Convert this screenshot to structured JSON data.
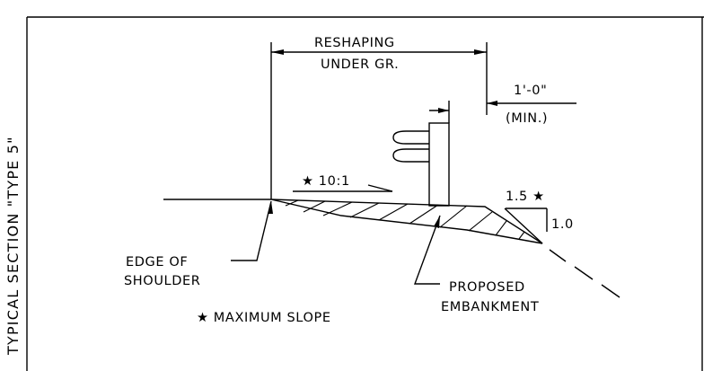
{
  "section_title": "TYPICAL SECTION \"TYPE 5\"",
  "labels": {
    "reshaping_line1": "RESHAPING",
    "reshaping_line2": "UNDER GR.",
    "offset_value": "1'-0\"",
    "offset_min": "(MIN.)",
    "slope_10_1": "★ 10:1",
    "slope_run": "1.5 ★",
    "slope_rise": "1.0",
    "edge_line1": "EDGE OF",
    "edge_line2": "SHOULDER",
    "proposed_line1": "PROPOSED",
    "proposed_line2": "EMBANKMENT",
    "maximum_slope": "★ MAXIMUM SLOPE"
  },
  "colors": {
    "ink": "#000000",
    "paper": "#ffffff"
  }
}
